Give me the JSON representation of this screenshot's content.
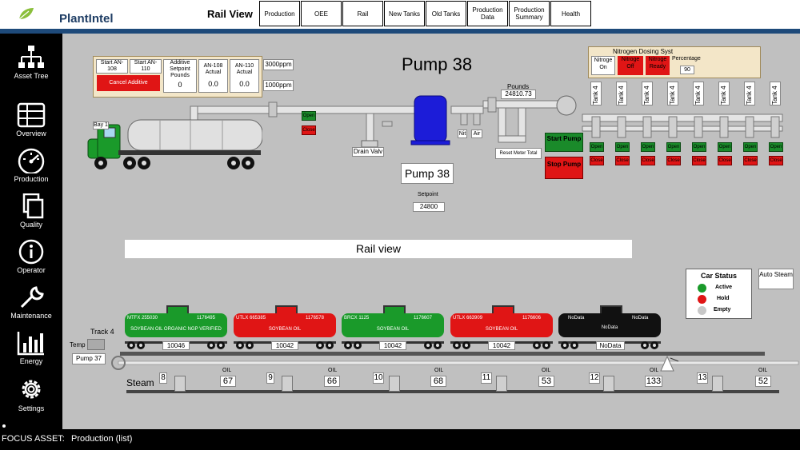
{
  "brand": "PlantIntel",
  "header": {
    "title": "Rail View",
    "nav": [
      "Production",
      "OEE",
      "Rail",
      "New Tanks",
      "Old Tanks",
      "Production Data",
      "Production Summary",
      "Health"
    ]
  },
  "sidebar": [
    {
      "label": "Asset Tree",
      "icon": "asset-tree-icon"
    },
    {
      "label": "Overview",
      "icon": "table-icon"
    },
    {
      "label": "Production",
      "icon": "gauge-icon"
    },
    {
      "label": "Quality",
      "icon": "documents-icon"
    },
    {
      "label": "Operator",
      "icon": "info-icon"
    },
    {
      "label": "Maintenance",
      "icon": "wrench-icon"
    },
    {
      "label": "Energy",
      "icon": "bar-chart-icon"
    },
    {
      "label": "Settings",
      "icon": "gear-icon"
    }
  ],
  "additive": {
    "start108": "Start AN-108",
    "start110": "Start AN-110",
    "setpoint_label": "Additive Setpoint Pounds",
    "setpoint_value": "0",
    "an108_label": "AN-108 Actual",
    "an108_value": "0.0",
    "an110_label": "AN-110 Actual",
    "an110_value": "0.0",
    "cancel": "Cancel Additive",
    "ppm1": "3000ppm",
    "ppm2": "1000ppm"
  },
  "pump": {
    "title": "Pump 38",
    "box_label": "Pump 38",
    "setpoint_label": "Setpoint",
    "setpoint_value": "24800",
    "pounds_label": "Pounds",
    "pounds_value": "24810.73",
    "reset": "Reset Meter Total",
    "start": "Start Pump",
    "stop": "Stop Pump",
    "drain": "Drain Valv",
    "nit": "Nit",
    "air": "Air",
    "open": "Open",
    "close": "Close",
    "bay": "Bay 1"
  },
  "nitrogen": {
    "title": "Nitrogen Dosing Syst",
    "on": "Nitroge On",
    "off": "Nitroge Off",
    "ready": "Nitroge Ready",
    "pct_label": "Percentage",
    "pct_value": "90"
  },
  "tanks": [
    "Tank 4",
    "Tank 4",
    "Tank 4",
    "Tank 4",
    "Tank 4",
    "Tank 4",
    "Tank 4",
    "Tank 4"
  ],
  "rail_title": "Rail view",
  "auto_steam": "Auto Steam",
  "car_status": {
    "title": "Car Status",
    "items": [
      {
        "label": "Active",
        "color": "#1a9a2a"
      },
      {
        "label": "Hold",
        "color": "#e01515"
      },
      {
        "label": "Empty",
        "color": "#c8c8c8"
      }
    ]
  },
  "track": {
    "label": "Track 4",
    "temp": "Temp",
    "pump37": "Pump 37",
    "steam": "Steam"
  },
  "cars": [
    {
      "id": "MTFX 255030",
      "num": "1176495",
      "product": "SOYBEAN OIL ORGANIC NGP VERIFIED",
      "weight": "10046",
      "color": "#1a9a2a"
    },
    {
      "id": "UTLX 665385",
      "num": "1176578",
      "product": "SOYBEAN OIL",
      "weight": "10042",
      "color": "#e01515"
    },
    {
      "id": "BRCX 1125",
      "num": "1176607",
      "product": "SOYBEAN OIL",
      "weight": "10042",
      "color": "#1a9a2a"
    },
    {
      "id": "UTLX 663909",
      "num": "1176606",
      "product": "SOYBEAN OIL",
      "weight": "10042",
      "color": "#e01515"
    },
    {
      "id": "NoData",
      "num": "NoData",
      "product": "NoData",
      "weight": "NoData",
      "color": "#111111"
    }
  ],
  "spots": [
    {
      "n": "8",
      "oil": "OIL",
      "v": "67"
    },
    {
      "n": "9",
      "oil": "OIL",
      "v": "66"
    },
    {
      "n": "10",
      "oil": "OIL",
      "v": "68"
    },
    {
      "n": "11",
      "oil": "OIL",
      "v": "53"
    },
    {
      "n": "12",
      "oil": "OIL",
      "v": "133"
    },
    {
      "n": "13",
      "oil": "OIL",
      "v": "52"
    }
  ],
  "footer": {
    "label": "FOCUS ASSET:",
    "value": "Production (list)"
  }
}
